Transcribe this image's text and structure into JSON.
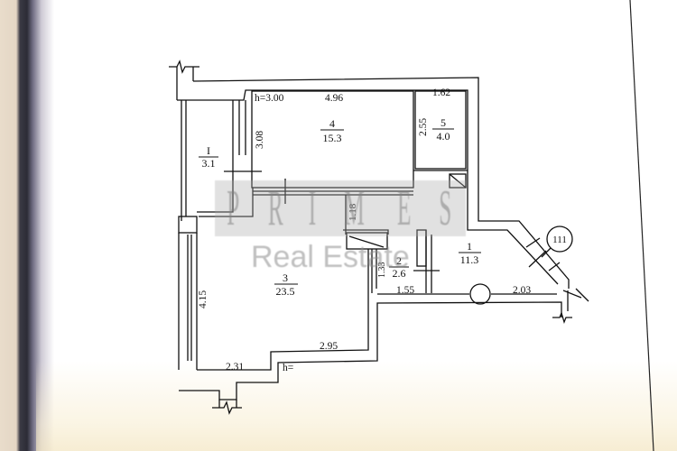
{
  "floor_plan": {
    "ceiling_height_label": "h=3.00",
    "ceiling_height_label_bottom": "h=",
    "rooms": [
      {
        "number": "1",
        "area": "11.3"
      },
      {
        "number": "2",
        "area": "2.6"
      },
      {
        "number": "3",
        "area": "23.5"
      },
      {
        "number": "4",
        "area": "15.3"
      },
      {
        "number": "5",
        "area": "4.0"
      },
      {
        "number": "I",
        "area": "3.1"
      }
    ],
    "dimensions": {
      "room4_width": "4.96",
      "room4_height": "3.08",
      "room5_width": "1.62",
      "room5_height": "2.55",
      "corridor_height": "1.18",
      "room2_height": "1.33",
      "room2_width": "1.55",
      "room1_width": "2.03",
      "room3_height": "4.15",
      "room3_bottom_right": "2.95",
      "room3_bottom_left": "2.31"
    },
    "apartment_marker": "111"
  },
  "watermark": {
    "brand": [
      "P",
      "R",
      "I",
      "M",
      "E",
      "S"
    ],
    "subtitle": "Real Estate"
  },
  "colors": {
    "line": "#111111",
    "paper": "#ffffff"
  }
}
